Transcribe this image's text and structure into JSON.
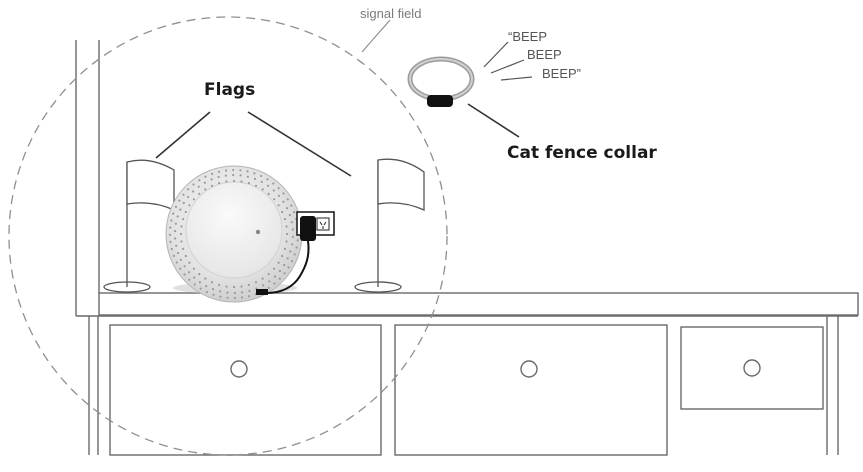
{
  "labels": {
    "signal_field": "signal field",
    "flags": "Flags",
    "collar": "Cat fence collar",
    "beep1": "“BEEP",
    "beep2": "BEEP",
    "beep3": "BEEP”"
  }
}
